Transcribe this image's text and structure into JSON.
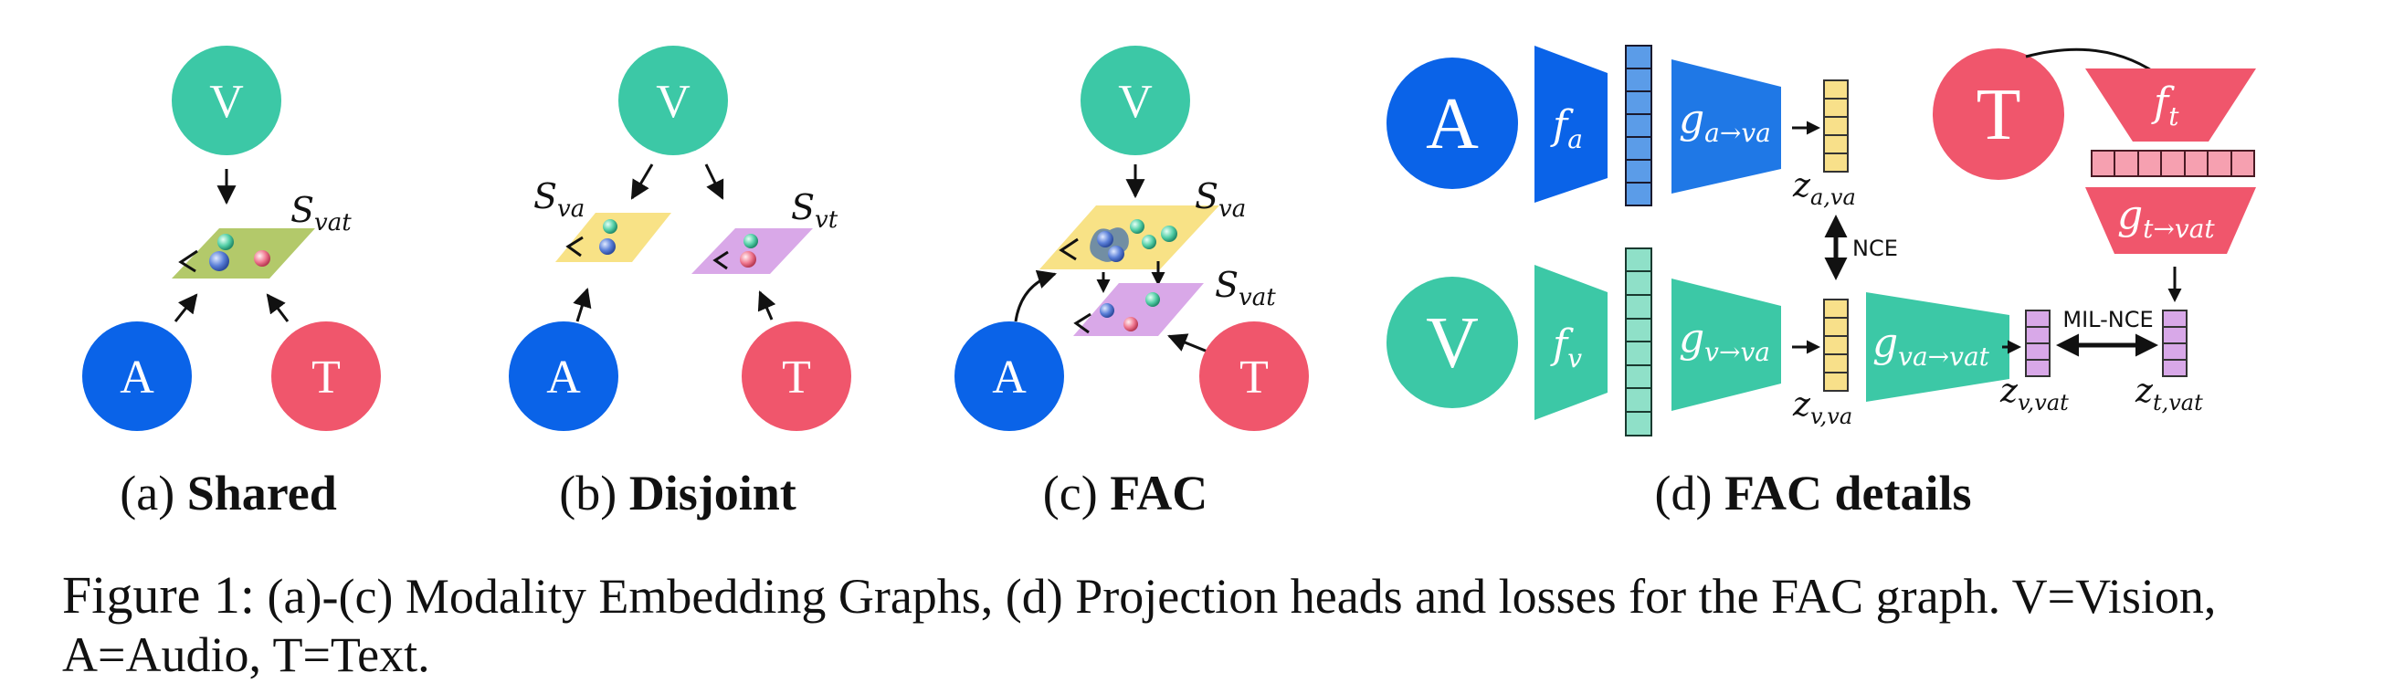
{
  "nodes": {
    "vision": "V",
    "audio": "A",
    "text": "T"
  },
  "panel_a": {
    "prefix": "(a)",
    "title": "Shared",
    "space": "S",
    "space_sub": "vat"
  },
  "panel_b": {
    "prefix": "(b)",
    "title": "Disjoint",
    "space1": "S",
    "space1_sub": "va",
    "space2": "S",
    "space2_sub": "vt"
  },
  "panel_c": {
    "prefix": "(c)",
    "title": "FAC",
    "space1": "S",
    "space1_sub": "va",
    "space2": "S",
    "space2_sub": "vat"
  },
  "panel_d": {
    "prefix": "(d)",
    "title": "FAC details",
    "fa": "f",
    "fa_sub": "a",
    "fv": "f",
    "fv_sub": "v",
    "ft": "f",
    "ft_sub": "t",
    "g_a_va": "g",
    "g_a_va_sub": "a→va",
    "g_v_va": "g",
    "g_v_va_sub": "v→va",
    "g_va_vat": "g",
    "g_va_vat_sub": "va→vat",
    "g_t_vat": "g",
    "g_t_vat_sub": "t→vat",
    "z_a_va": "z",
    "z_a_va_sub": "a,va",
    "z_v_va": "z",
    "z_v_va_sub": "v,va",
    "z_v_vat": "z",
    "z_v_vat_sub": "v,vat",
    "z_t_vat": "z",
    "z_t_vat_sub": "t,vat",
    "nce": "NCE",
    "mil_nce": "MIL-NCE"
  },
  "caption": {
    "label": "Figure 1:",
    "text": "(a)-(c) Modality Embedding Graphs, (d) Projection heads and losses for the FAC graph. V=Vision, A=Audio, T=Text."
  },
  "colors": {
    "vision": "#3cc8a6",
    "audio": "#0a63e8",
    "text": "#f0566c",
    "shared_plane": "#b3c96a",
    "va_plane": "#f8e286",
    "vt_plane": "#d9a8e8",
    "z_va": "#f8e08a",
    "z_vat": "#d8a8e8",
    "fa_out": "#5b9ce8",
    "fv_out": "#8fe0c8",
    "ft_out": "#f6a0b0"
  }
}
